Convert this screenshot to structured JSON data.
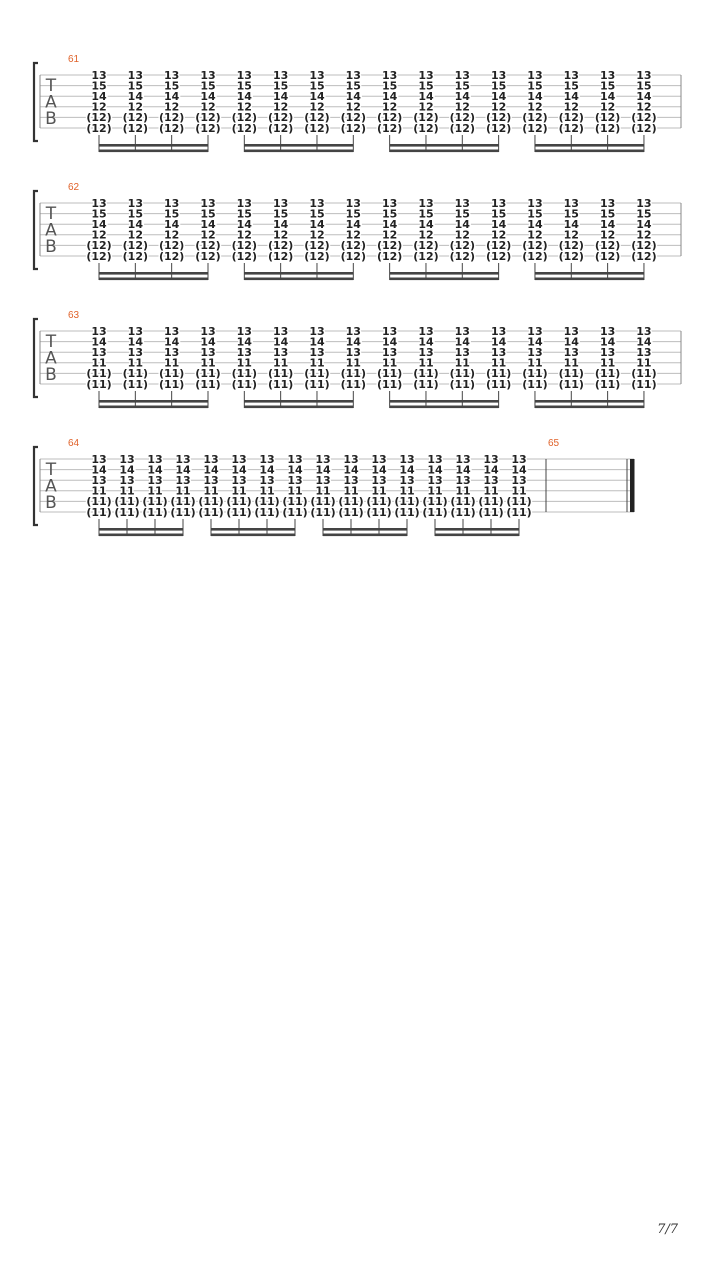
{
  "clef_letters": [
    "T",
    "A",
    "B"
  ],
  "page_number": "7/7",
  "colors": {
    "measure_number": "#e0622a",
    "staff_line": "#bdbdbd",
    "notes": "#222222"
  },
  "systems": [
    {
      "measure_number": "61",
      "chord": [
        "13",
        "15",
        "14",
        "12",
        "(12)",
        "(12)"
      ],
      "beats": 16
    },
    {
      "measure_number": "62",
      "chord": [
        "13",
        "15",
        "14",
        "12",
        "(12)",
        "(12)"
      ],
      "beats": 16
    },
    {
      "measure_number": "63",
      "chord": [
        "13",
        "14",
        "13",
        "11",
        "(11)",
        "(11)"
      ],
      "beats": 16
    },
    {
      "measure_number": "64",
      "chord": [
        "13",
        "14",
        "13",
        "11",
        "(11)",
        "(11)"
      ],
      "beats": 16,
      "next_measure_number": "65"
    }
  ]
}
